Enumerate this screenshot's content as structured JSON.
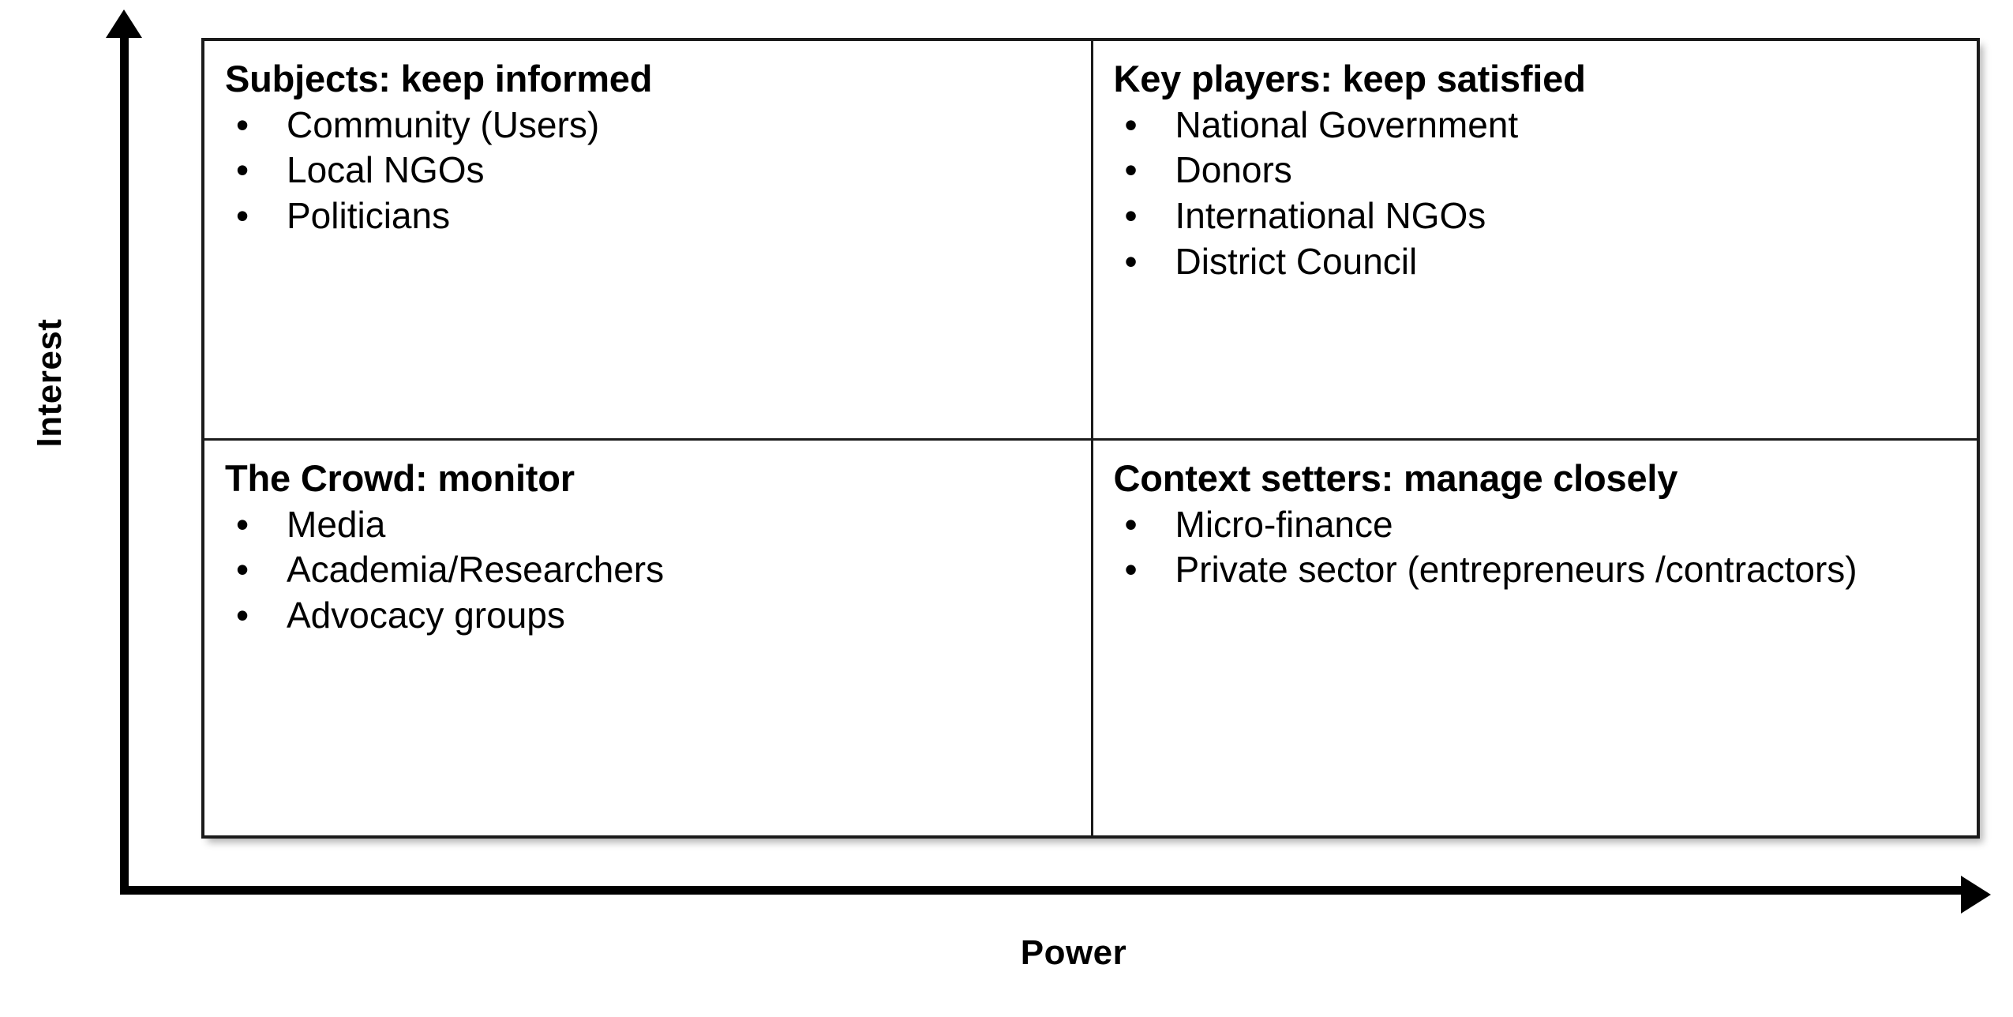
{
  "axes": {
    "y_label": "Interest",
    "x_label": "Power",
    "y_arrow_icon": "arrow-up-icon",
    "x_arrow_icon": "arrow-right-icon"
  },
  "bullet_glyph": "•",
  "matrix": {
    "quadrants": [
      {
        "position": "top-left",
        "title": "Subjects: keep informed",
        "items": [
          "Community (Users)",
          "Local NGOs",
          "Politicians"
        ]
      },
      {
        "position": "top-right",
        "title": "Key players: keep satisfied",
        "items": [
          "National Government",
          "Donors",
          "International NGOs",
          "District Council"
        ]
      },
      {
        "position": "bottom-left",
        "title": "The Crowd: monitor",
        "items": [
          "Media",
          "Academia/Researchers",
          "Advocacy groups"
        ]
      },
      {
        "position": "bottom-right",
        "title": "Context setters: manage closely",
        "items": [
          "Micro-finance",
          "Private sector (entrepreneurs /contractors)"
        ]
      }
    ]
  },
  "colors": {
    "ink": "#000000",
    "border": "#1b1b1b",
    "background": "#ffffff"
  }
}
